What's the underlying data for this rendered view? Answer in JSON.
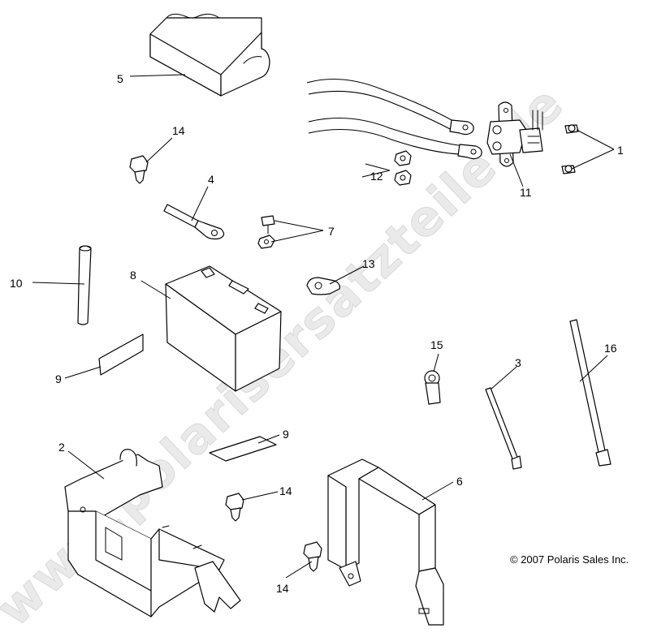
{
  "watermark": {
    "text": "www.polarisersatzteile.de"
  },
  "copyright": "© 2007 Polaris Sales Inc.",
  "callouts": {
    "c1": "1",
    "c2": "2",
    "c3": "3",
    "c4": "4",
    "c5": "5",
    "c6": "6",
    "c7": "7",
    "c8": "8",
    "c9a": "9",
    "c9b": "9",
    "c10": "10",
    "c11": "11",
    "c12": "12",
    "c13": "13",
    "c14a": "14",
    "c14b": "14",
    "c14c": "14",
    "c15": "15",
    "c16": "16"
  }
}
